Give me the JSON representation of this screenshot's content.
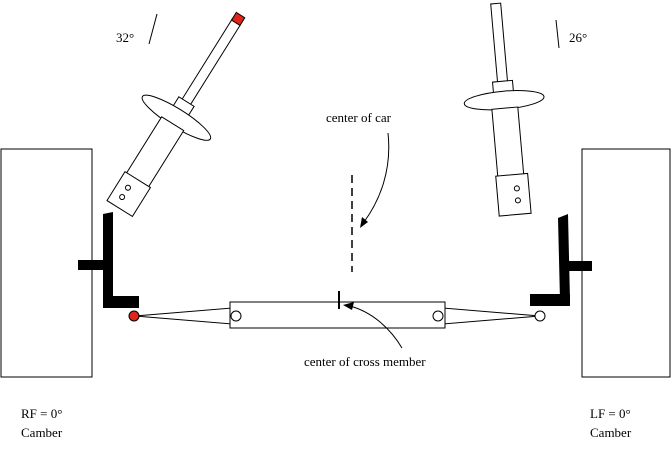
{
  "diagram": {
    "right_shock_angle": "32°",
    "left_shock_angle": "26°",
    "center_of_car_label": "center of car",
    "center_of_cross_member_label": "center of cross member",
    "rf_camber_line1": "RF = 0°",
    "rf_camber_line2": "Camber",
    "lf_camber_line1": "LF = 0°",
    "lf_camber_line2": "Camber"
  },
  "colors": {
    "ink": "#000000",
    "marker": "#ff0000",
    "background": "#ffffff"
  }
}
